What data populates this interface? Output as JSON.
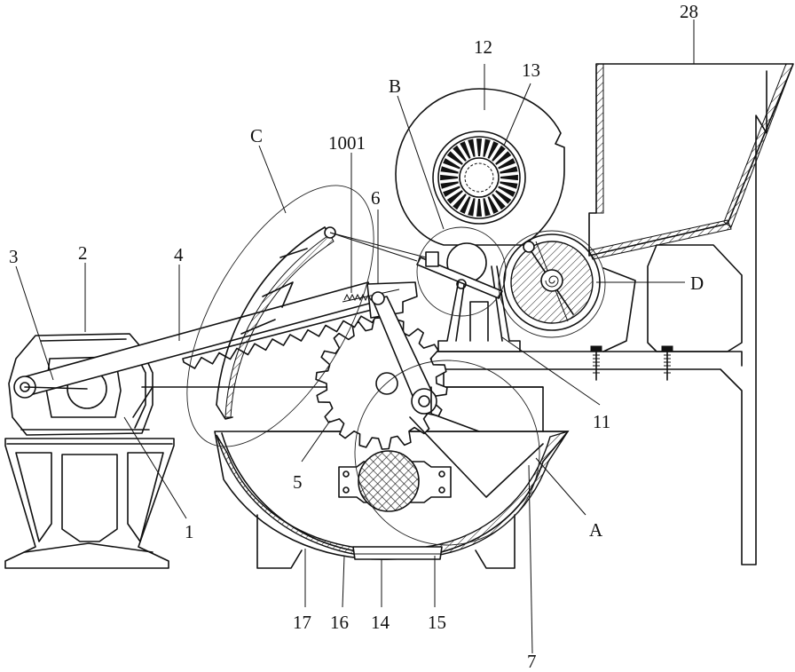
{
  "labels": {
    "l1": "1",
    "l2": "2",
    "l3": "3",
    "l4": "4",
    "l5": "5",
    "l6": "6",
    "l7": "7",
    "l11": "11",
    "l12": "12",
    "l13": "13",
    "l14": "14",
    "l15": "15",
    "l16": "16",
    "l17": "17",
    "l28": "28",
    "l1001": "1001",
    "lA": "A",
    "lB": "B",
    "lC": "C",
    "lD": "D"
  }
}
